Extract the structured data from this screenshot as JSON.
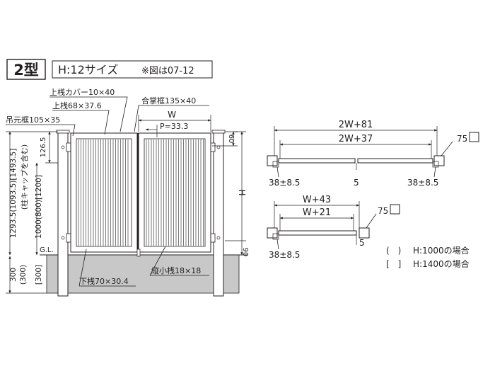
{
  "header": {
    "type_label": "2型",
    "size_label": "H:12サイズ",
    "figure_note": "※図は07-12"
  },
  "front_view": {
    "labels": {
      "top_rail_cover": "上桟カバー10×40",
      "top_rail": "上桟68×37.6",
      "hinge_post": "吊元框105×35",
      "meeting_stile": "合掌框135×40",
      "width": "W",
      "pitch": "P=33.3",
      "dim_60": "60",
      "dim_126_5": "126.5",
      "height": "H",
      "dim_90": "90",
      "ground_line": "G.L.",
      "bottom_rail": "下桟70×30.4",
      "vertical_bar": "縦小桟18×18",
      "total_height": "1293.5(1093.5)[1493.5]",
      "including_cap": "(柱キャップを含む)",
      "post_height": "1000(800)[1200]",
      "embed_depth": "300",
      "embed_depth_paren": "(300)",
      "embed_depth_bracket": "[300]"
    }
  },
  "plan_double": {
    "overall": "2W+81",
    "inner": "2W+37",
    "left_offset": "38±8.5",
    "center_gap": "5",
    "right_offset": "38±8.5",
    "post_size": "75"
  },
  "plan_single": {
    "overall": "W+43",
    "inner": "W+21",
    "post_size": "75",
    "offset": "38±8.5",
    "gap": "5"
  },
  "legend": {
    "paren_bracket": "(　)",
    "paren_text": "H:1000の場合",
    "square_bracket": "[　]",
    "square_text": "H:1400の場合"
  },
  "colors": {
    "line": "#231f20",
    "ground_fill": "#c8c8c8",
    "post_fill": "#ffffff"
  }
}
